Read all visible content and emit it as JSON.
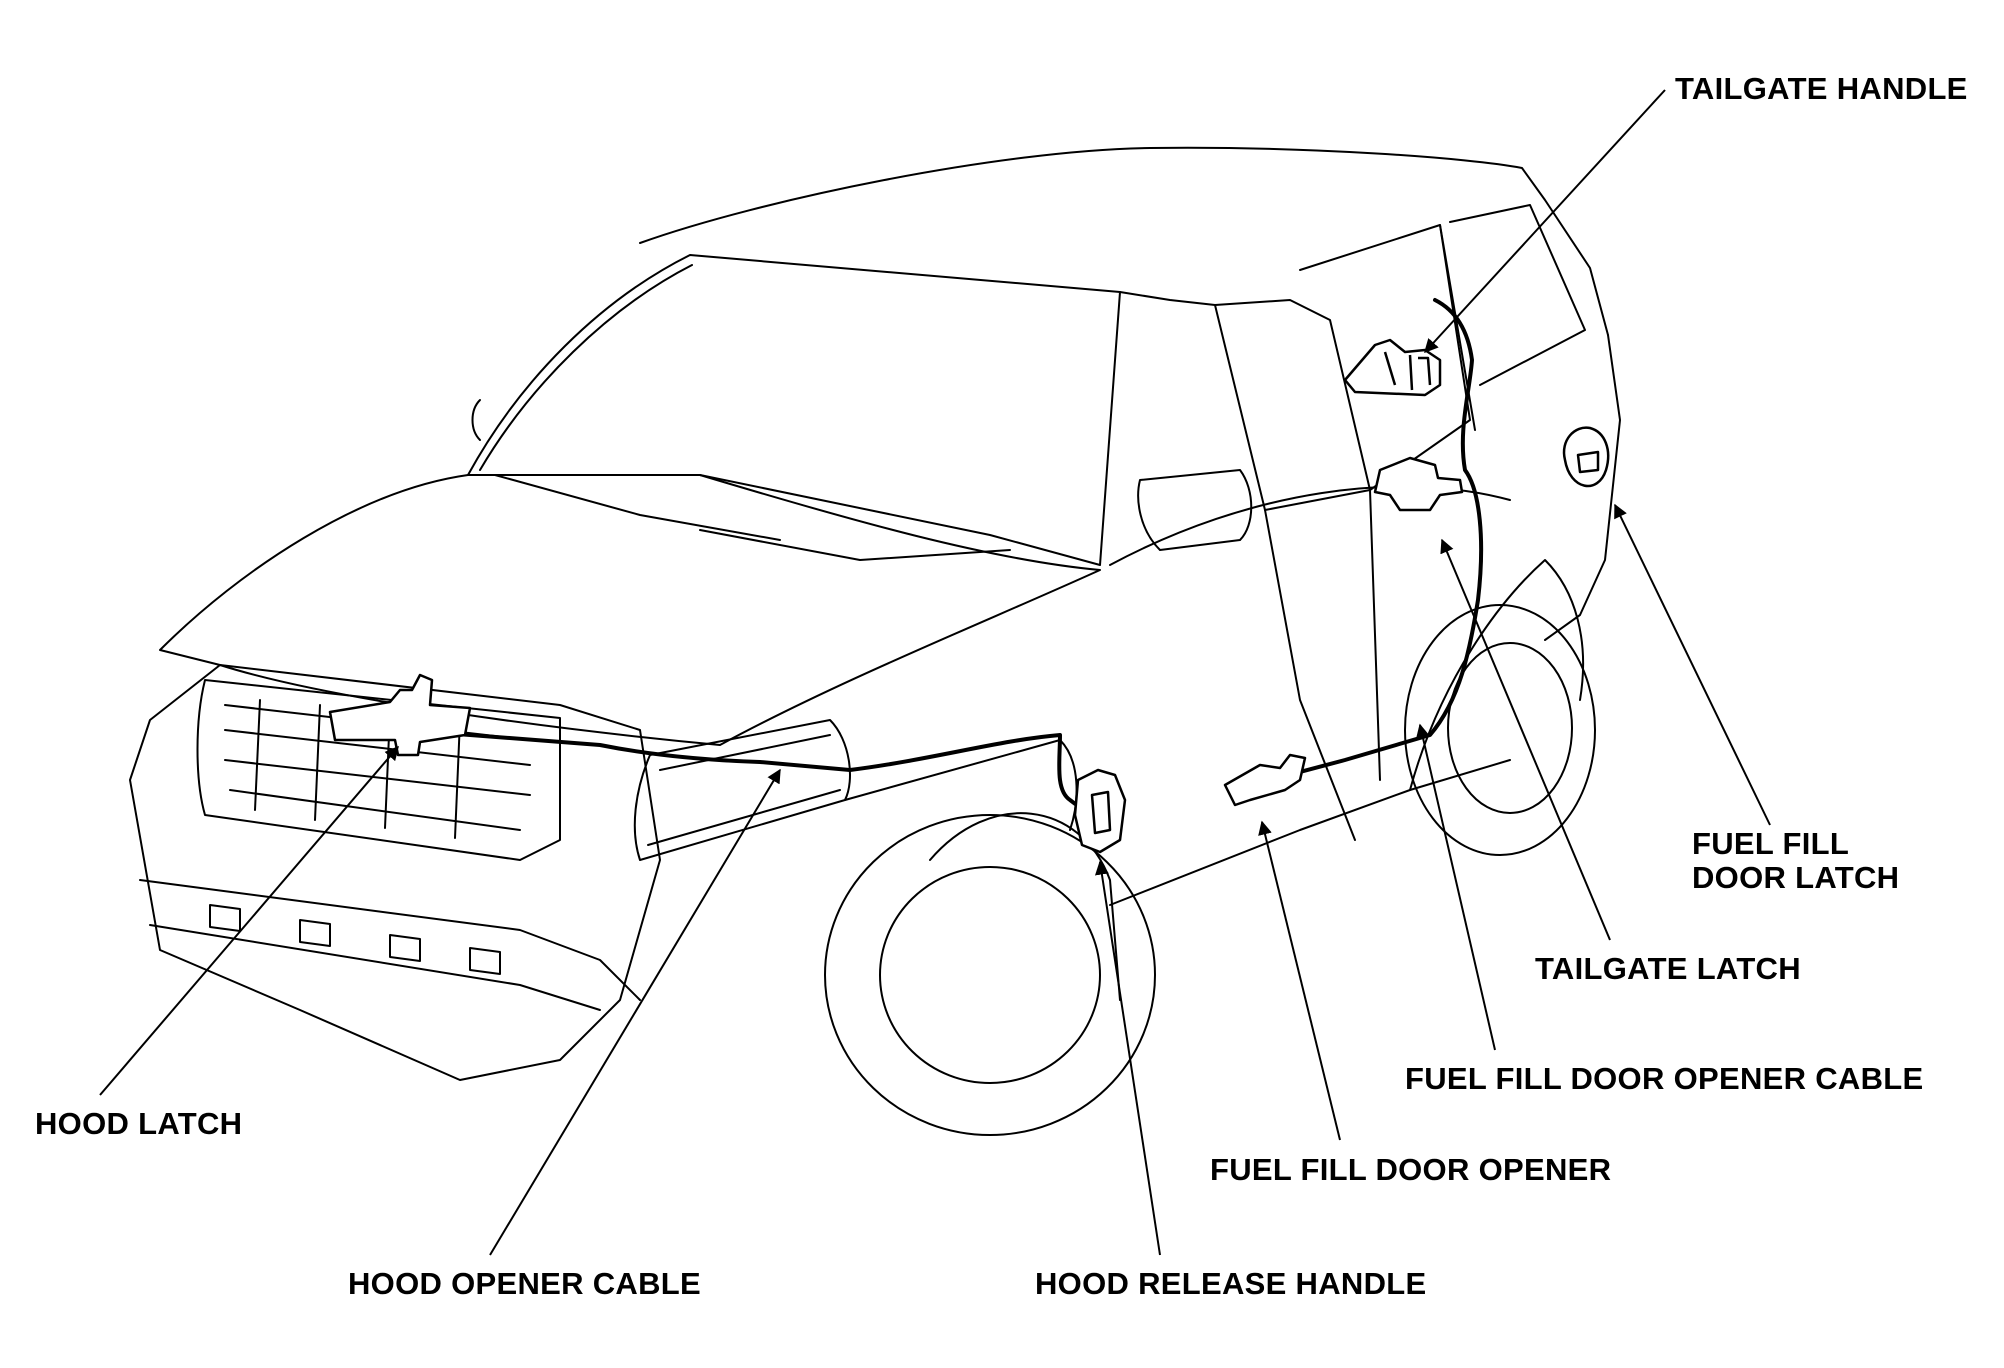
{
  "diagram": {
    "labels": {
      "tailgate_handle": "TAILGATE HANDLE",
      "fuel_fill_door_latch": [
        "FUEL FILL",
        "DOOR LATCH"
      ],
      "tailgate_latch": "TAILGATE LATCH",
      "fuel_fill_door_opener_cable": "FUEL FILL DOOR OPENER CABLE",
      "fuel_fill_door_opener": "FUEL FILL DOOR OPENER",
      "hood_release_handle": "HOOD RELEASE HANDLE",
      "hood_opener_cable": "HOOD OPENER CABLE",
      "hood_latch": "HOOD LATCH"
    },
    "colors": {
      "ink": "#000000",
      "paper": "#ffffff"
    },
    "icons": [
      "arrowhead-icon"
    ]
  }
}
